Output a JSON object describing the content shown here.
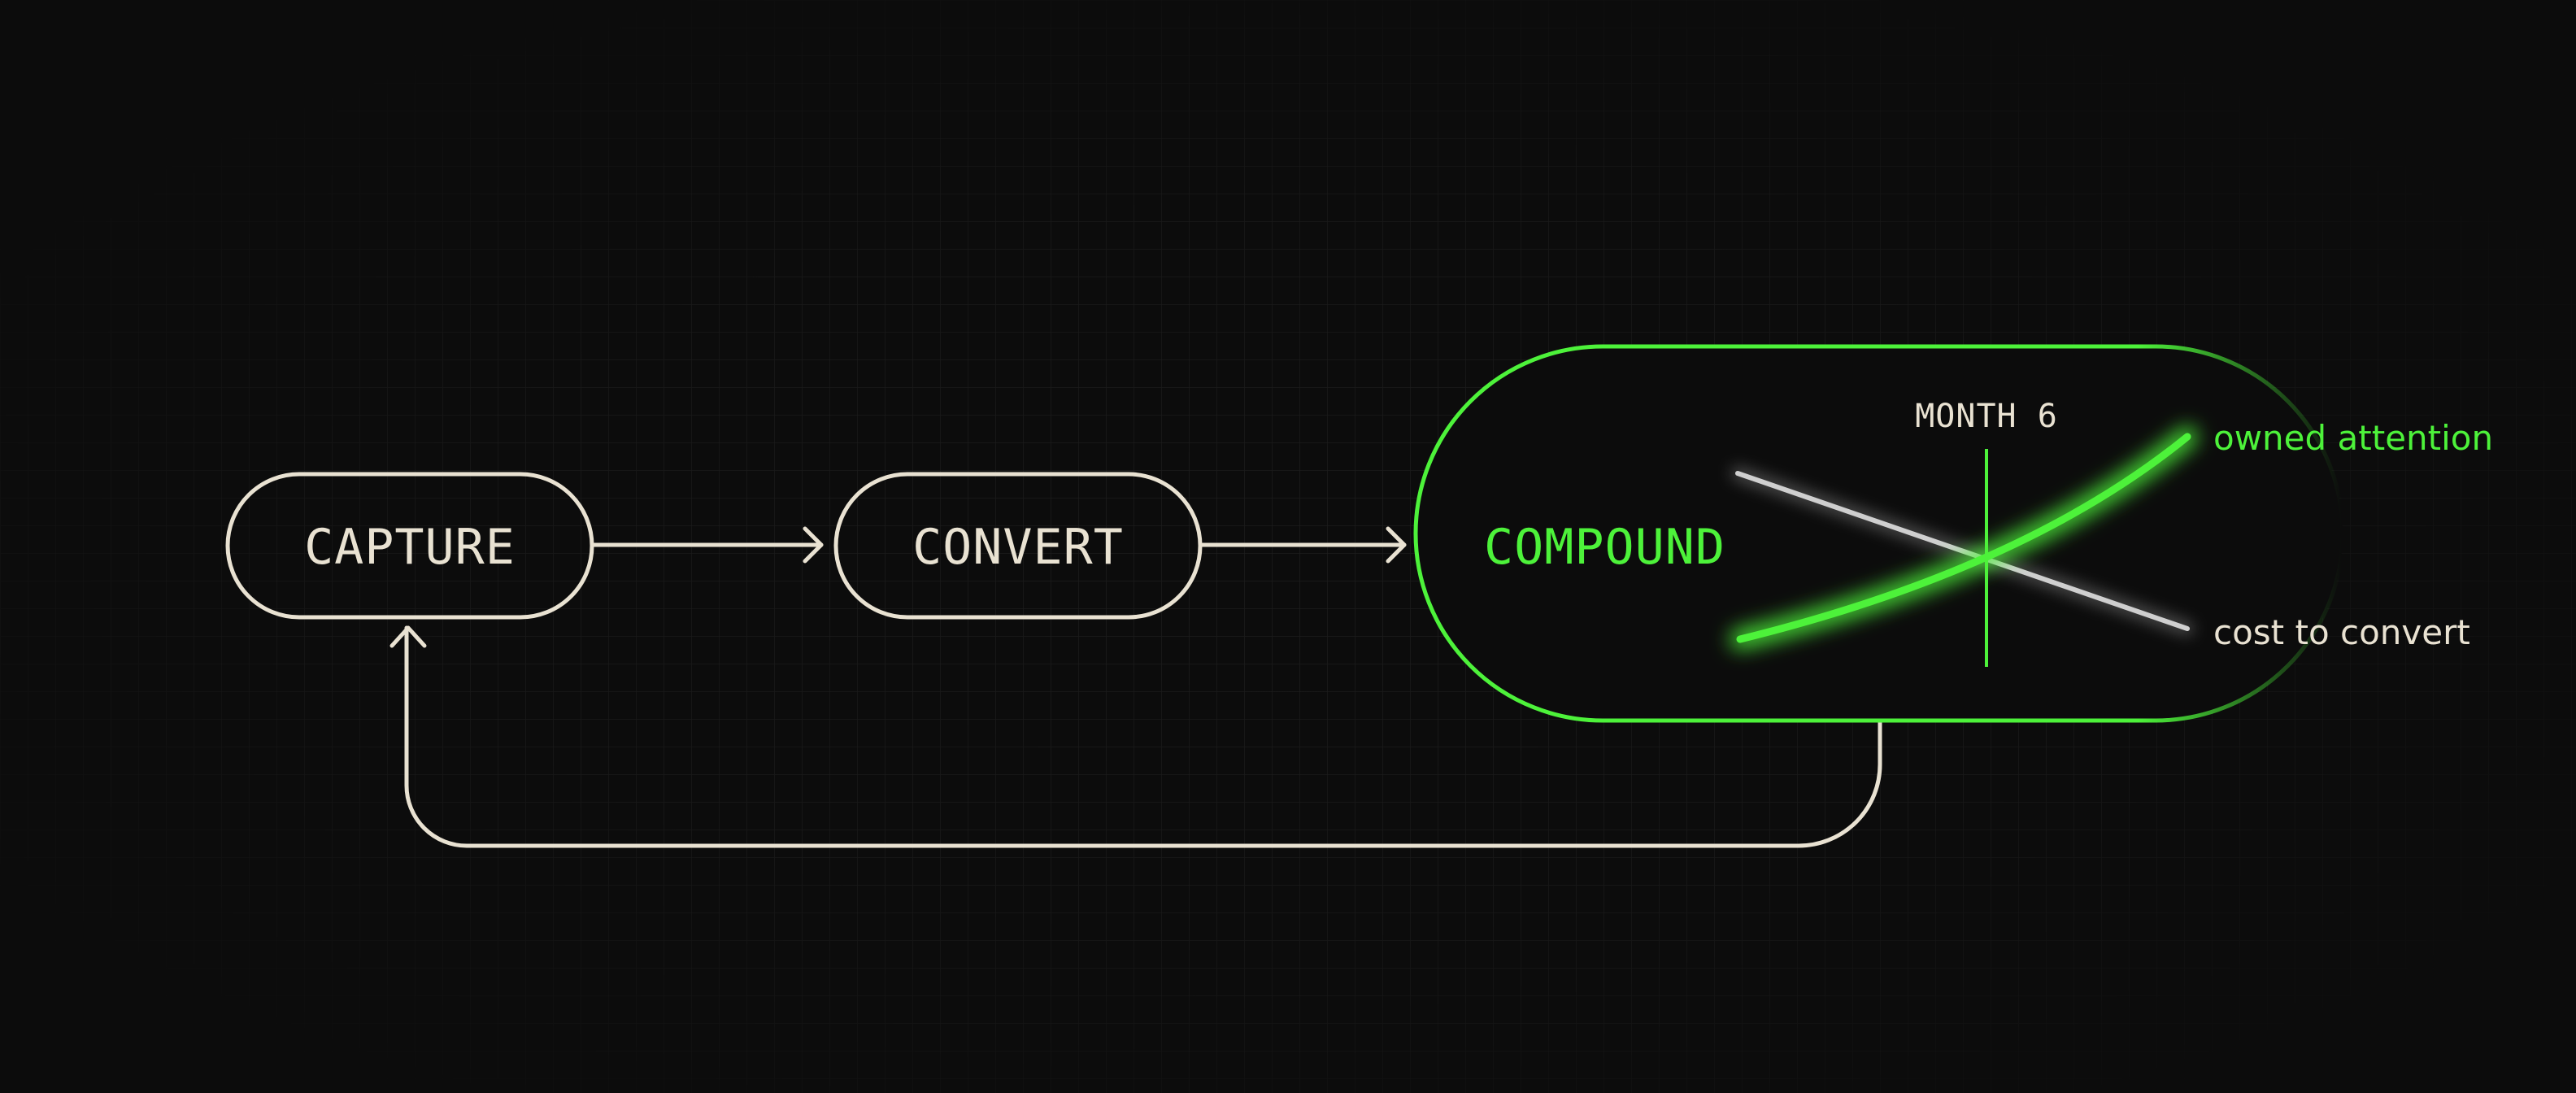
{
  "colors": {
    "background": "#0c0c0c",
    "grid": "#ffffff",
    "node_stroke": "#e9e2d2",
    "node_text": "#e9e2d2",
    "accent": "#4df23a",
    "secondary_line": "#cfcfcf"
  },
  "nodes": {
    "capture": {
      "label": "CAPTURE"
    },
    "convert": {
      "label": "CONVERT"
    },
    "compound": {
      "label": "COMPOUND"
    }
  },
  "flow": {
    "edges": [
      {
        "from": "CAPTURE",
        "to": "CONVERT",
        "arrow": true
      },
      {
        "from": "CONVERT",
        "to": "COMPOUND",
        "arrow": true
      },
      {
        "from": "COMPOUND",
        "to": "CAPTURE",
        "arrow": true,
        "style": "feedback loop"
      }
    ]
  },
  "inset_chart": {
    "marker_label": "MONTH 6",
    "series": {
      "owned": {
        "label": "owned attention",
        "trend": "rising",
        "color": "#4df23a"
      },
      "cost": {
        "label": "cost to convert",
        "trend": "falling",
        "color": "#cfcfcf"
      }
    }
  }
}
